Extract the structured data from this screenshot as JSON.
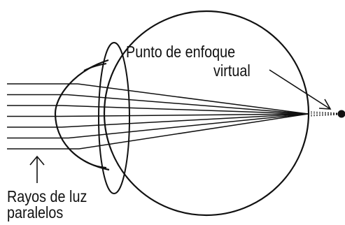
{
  "labels": {
    "focus_line1": "Punto de enfoque",
    "focus_line2": "virtual",
    "rays_line1": "Rayos de luz",
    "rays_line2": "paralelos"
  },
  "colors": {
    "stroke": "#111111",
    "background": "#ffffff"
  },
  "parallel_ray_count": 7
}
